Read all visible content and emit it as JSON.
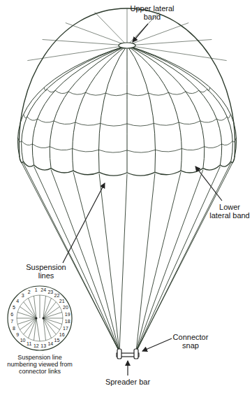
{
  "diagram": {
    "labels": [
      "Upper lateral band",
      "Suspension lines",
      "Lower lateral band",
      "1",
      "2",
      "3",
      "4",
      "5",
      "6",
      "7",
      "8",
      "9",
      "10",
      "11",
      "12",
      "13",
      "14",
      "15",
      "16",
      "17",
      "18",
      "19",
      "20",
      "21",
      "22",
      "23",
      "24",
      "Suspension line numbering viewed from connector links",
      "Connector snap",
      "Spreader bar"
    ]
  }
}
